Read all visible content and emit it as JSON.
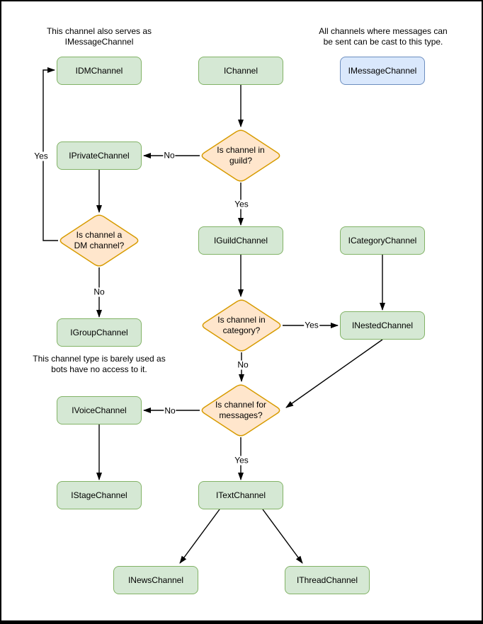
{
  "nodes": {
    "idm": "IDMChannel",
    "ichannel": "IChannel",
    "imessage": "IMessageChannel",
    "iprivate": "IPrivateChannel",
    "iguild": "IGuildChannel",
    "icategory": "ICategoryChannel",
    "igroup": "IGroupChannel",
    "inested": "INestedChannel",
    "ivoice": "IVoiceChannel",
    "istage": "IStageChannel",
    "itext": "ITextChannel",
    "inews": "INewsChannel",
    "ithread": "IThreadChannel"
  },
  "decisions": {
    "guild": {
      "line1": "Is channel in",
      "line2": "guild?"
    },
    "dm": {
      "line1": "Is channel a",
      "line2": "DM channel?"
    },
    "category": {
      "line1": "Is channel in",
      "line2": "category?"
    },
    "messages": {
      "line1": "Is channel for",
      "line2": "messages?"
    }
  },
  "annotations": {
    "dm_note": {
      "line1": "This channel also serves as",
      "line2": "IMessageChannel"
    },
    "message_note": {
      "line1": "All channels where messages can",
      "line2": "be sent can be cast to this type."
    },
    "group_note": {
      "line1": "This channel type is barely used as",
      "line2": "bots have no access to it."
    }
  },
  "edge_labels": {
    "guild_no": "No",
    "guild_yes": "Yes",
    "dm_yes": "Yes",
    "dm_no": "No",
    "category_yes": "Yes",
    "category_no": "No",
    "messages_no": "No",
    "messages_yes": "Yes"
  },
  "colors": {
    "channel_fill": "#d5e8d4",
    "channel_stroke": "#82b366",
    "decision_fill": "#ffe6cc",
    "decision_stroke": "#d79b00",
    "message_fill": "#dae8fc",
    "message_stroke": "#6c8ebf",
    "edge_color": "#000000",
    "background": "#ffffff",
    "frame_border": "#000000"
  }
}
